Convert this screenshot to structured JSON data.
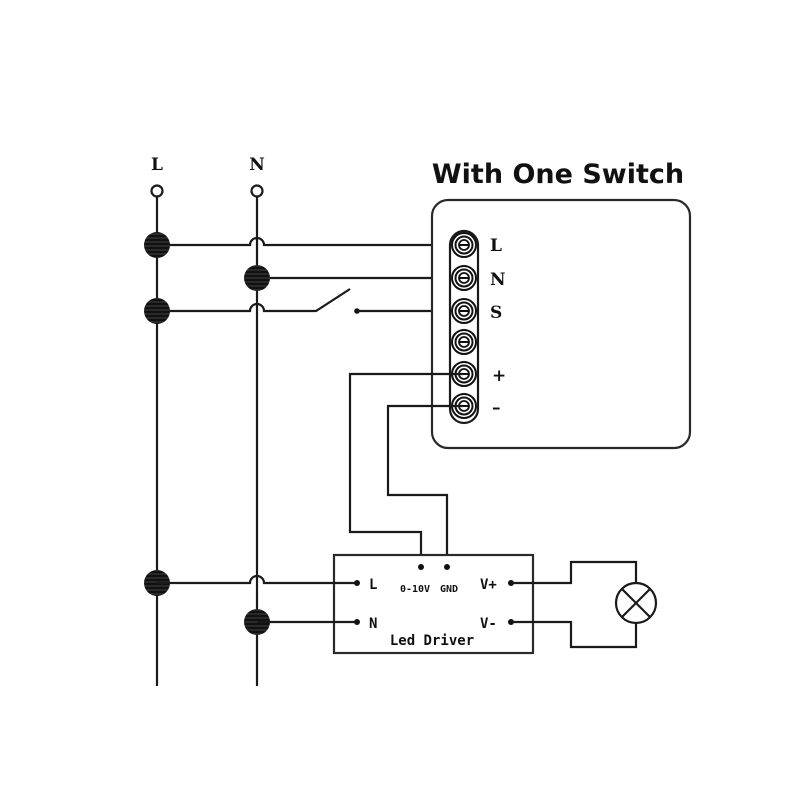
{
  "title": "With One Switch",
  "supply": {
    "line_label": "L",
    "neutral_label": "N"
  },
  "module": {
    "terminals": [
      {
        "label": "L"
      },
      {
        "label": "N"
      },
      {
        "label": "S"
      },
      {
        "label": ""
      },
      {
        "label": "+"
      },
      {
        "label": "–"
      }
    ]
  },
  "driver": {
    "name": "Led Driver",
    "inputs": {
      "line": "L",
      "neutral": "N"
    },
    "control": {
      "dim": "0-10V",
      "gnd": "GND"
    },
    "outputs": {
      "positive": "V+",
      "negative": "V-"
    }
  },
  "colors": {
    "line": "#1a1a1a",
    "background": "#ffffff"
  }
}
